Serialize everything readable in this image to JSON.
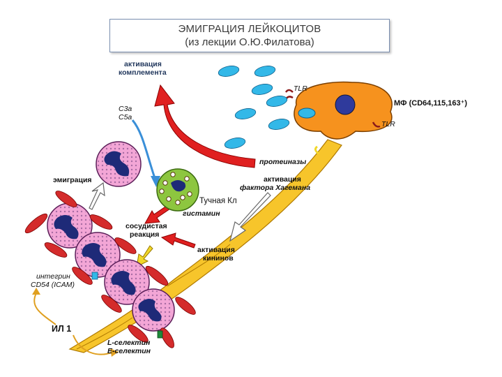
{
  "title": {
    "line1": "ЭМИГРАЦИЯ ЛЕЙКОЦИТОВ",
    "line2": "(из лекции О.Ю.Филатова)"
  },
  "labels": {
    "complement_1": "активация",
    "complement_2": "комплемента",
    "c3a": "С3а",
    "c5a": "С5а",
    "tlr_top": "TLR",
    "tlr_bottom": "TLR",
    "macrophage": "МФ (CD64,115,163⁺)",
    "proteinases": "протеиназы",
    "hageman_1": "активация",
    "hageman_2": "фактора Хагемана",
    "emigration": "эмиграция",
    "mast_cell": "Тучная Кл",
    "histamine": "гистамин",
    "vascular_1": "сосудистая",
    "vascular_2": "реакция",
    "kinins_1": "активация",
    "kinins_2": "кининов",
    "integrin_1": "интегрин",
    "integrin_2": "CD54 (ICAM)",
    "il1": "ИЛ 1",
    "lselectin": "L-селектин",
    "eselectin": "Е-селектин"
  },
  "colors": {
    "macrophage_fill": "#f6921e",
    "nucleus": "#2f3a9c",
    "bacteria": "#33b8e8",
    "tlr": "#8b1a1a",
    "neutrophil_fill": "#f3a6d6",
    "neutrophil_nucleus": "#1e2a78",
    "mast_cell_fill": "#8dc63f",
    "erythrocyte": "#d42b2b",
    "vessel_fill": "#f7c52b",
    "red_arrow": "#e02020",
    "blue_arrow": "#3a8fd8",
    "yellow_arrow": "#f1d82a"
  }
}
